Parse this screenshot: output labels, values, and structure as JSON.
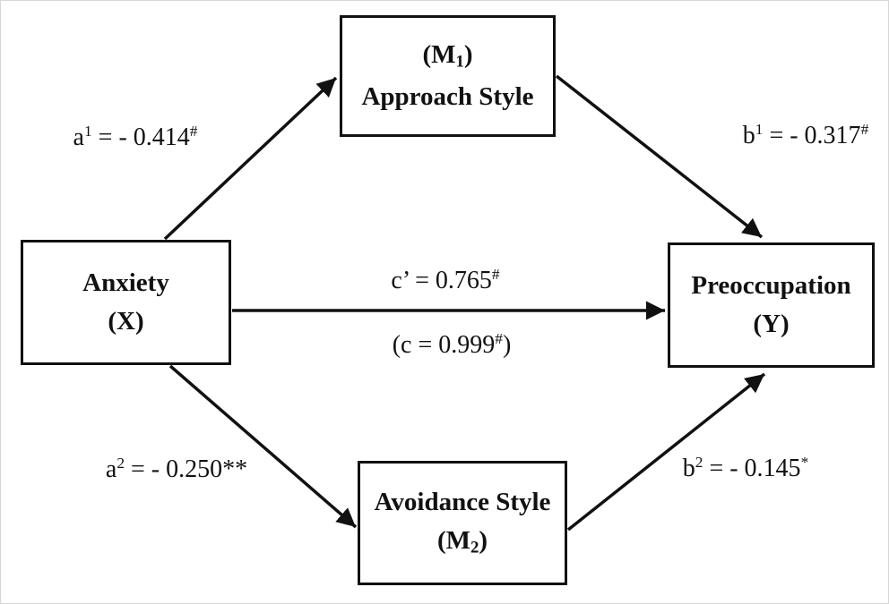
{
  "figure": {
    "background": "#ffffff",
    "stroke_color": "#111111",
    "text_color": "#111111",
    "boxes": {
      "m1": {
        "line1_pre": "(M",
        "line1_sub": "1",
        "line1_post": ")",
        "line2": "Approach Style"
      },
      "x": {
        "line1": "Anxiety",
        "line2": "(X)"
      },
      "y": {
        "line1": "Preoccupation",
        "line2": "(Y)"
      },
      "m2": {
        "line1": "Avoidance Style",
        "line2_pre": "(M",
        "line2_sub": "2",
        "line2_post": ")"
      }
    },
    "path_labels": {
      "a1": {
        "base": "a",
        "sup": "1",
        "value": " = - 0.414",
        "sig": "#"
      },
      "b1": {
        "base": "b",
        "sup": "1",
        "value": " = - 0.317",
        "sig": "#"
      },
      "c_prime": {
        "base": "c’",
        "value": " = 0.765",
        "sig": "#"
      },
      "c_total": {
        "pre": "(c = 0.999",
        "sig": "#",
        "post": ")"
      },
      "a2": {
        "base": "a",
        "sup": "2",
        "value": " = - 0.250**"
      },
      "b2": {
        "base": "b",
        "sup": "2",
        "value": " = - 0.145",
        "sig": "*"
      }
    }
  }
}
